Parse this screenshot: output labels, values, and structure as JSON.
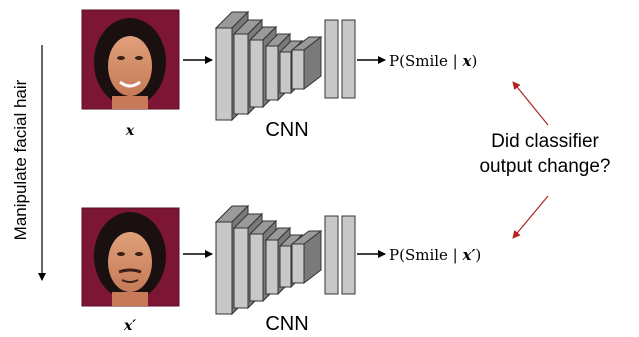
{
  "side_label": "Manipulate facial hair",
  "colors": {
    "arrow_dark": "#000000",
    "arrow_red": "#b22222",
    "layer_fill": "#c8c8c8",
    "layer_top": "#9a9a9a",
    "layer_stroke": "#333333",
    "photo_bg": "#8a1a3a"
  },
  "rows": [
    {
      "image_label": "x",
      "network_label": "CNN",
      "output_prefix": "P(Smile | ",
      "output_var": "x",
      "output_suffix": ")"
    },
    {
      "image_label": "x′",
      "network_label": "CNN",
      "output_prefix": "P(Smile | ",
      "output_var": "x′",
      "output_suffix": ")"
    }
  ],
  "question": {
    "line1": "Did classifier",
    "line2": "output change?"
  }
}
